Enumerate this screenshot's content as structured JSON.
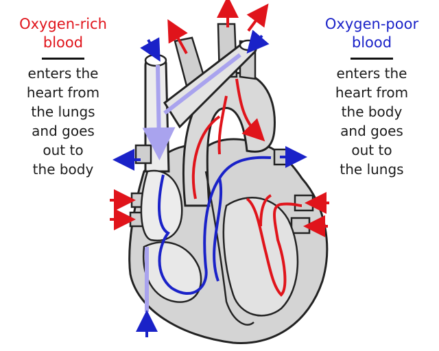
{
  "left_label": {
    "title_line1": "Oxygen-rich",
    "title_line2": "blood",
    "lines": [
      "enters the",
      "heart from",
      "the lungs",
      "and goes",
      "out to",
      "the body"
    ]
  },
  "right_label": {
    "title_line1": "Oxygen-poor",
    "title_line2": "blood",
    "lines": [
      "enters the",
      "heart from",
      "the body",
      "and goes",
      "out to",
      "the lungs"
    ]
  },
  "colors": {
    "oxygen_rich": "#e0141b",
    "oxygen_poor": "#1a22c8",
    "vena_cava_path": "#a9a3ee",
    "heart_fill": "#d4d4d4",
    "heart_light": "#ececec",
    "outline": "#222222"
  }
}
